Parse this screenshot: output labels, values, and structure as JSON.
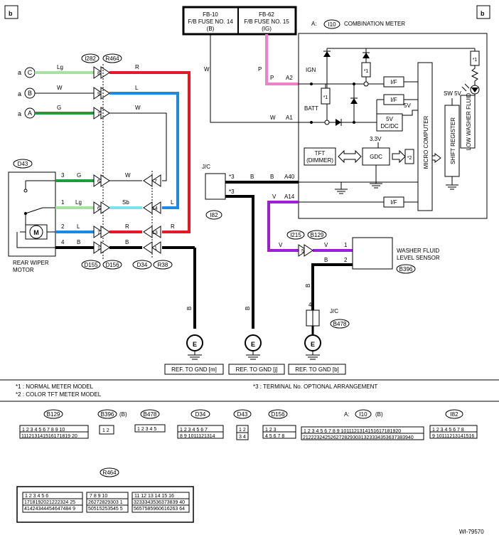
{
  "page_marks": {
    "left": "b",
    "right": "b",
    "drawing_no": "WI-79570"
  },
  "fuse_boxes": [
    {
      "id": "FB-10",
      "l1": "F/B FUSE NO. 14",
      "l2": "(B)"
    },
    {
      "id": "FB-62",
      "l1": "F/B FUSE NO. 15",
      "l2": "(IG)"
    }
  ],
  "meter": {
    "prefix": "A:",
    "connector": "I10",
    "label": "COMBINATION METER",
    "terms": {
      "ign": "IGN",
      "batt": "BATT",
      "a2": "A2",
      "a1": "A1",
      "a40": "A40",
      "a14": "A14"
    },
    "blocks": {
      "if": "I/F",
      "dcdc1": "5V",
      "dcdc2": "DC/DC",
      "v5": "5V",
      "v33": "3.3V",
      "gdc": "GDC",
      "tft1": "TFT",
      "tft2": "(DIMMER)",
      "micro": "MICRO COMPUTER",
      "sw5v": "SW 5V",
      "shift": "SHIFT REGISTER",
      "fluid": "LOW WASHER FLUID",
      "star1": "*1",
      "star2": "*2"
    }
  },
  "wires": {
    "W": "W",
    "P": "P",
    "B": "B",
    "R": "R",
    "L": "L",
    "G": "G",
    "Lg": "Lg",
    "Sb": "Sb",
    "V": "V",
    "star3": "*3"
  },
  "left_connectors": {
    "c1": "I282",
    "c2": "R464",
    "c3": "D43",
    "c4": "D155",
    "c5": "D156",
    "c6": "D34",
    "c7": "R38"
  },
  "terminals": {
    "t8": "8",
    "t9": "9",
    "t7": "7",
    "t6": "6",
    "t3": "3",
    "t1": "1",
    "t2": "2",
    "t4": "4",
    "t14": "14",
    "t13": "13",
    "t5": "5"
  },
  "abc": {
    "a": "a",
    "C": "C",
    "B": "B",
    "A": "A"
  },
  "motor": {
    "symbol": "M",
    "label1": "REAR WIPER",
    "label2": "MOTOR"
  },
  "jc_i82": {
    "label": "J/C",
    "conn": "I82"
  },
  "washer": {
    "c1": "I215",
    "c2": "B129",
    "label1": "WASHER FLUID",
    "label2": "LEVEL SENSOR",
    "conn": "B396"
  },
  "jc_b478": {
    "label": "J/C",
    "conn": "B478"
  },
  "grounds": {
    "e": "E",
    "ref1": "REF. TO GND [m]",
    "ref2": "REF. TO GND [j]",
    "ref3": "REF. TO GND [b]"
  },
  "notes": {
    "n1": "*1  : NORMAL METER MODEL",
    "n2": "*2  : COLOR TFT METER MODEL",
    "n3": "*3  : TERMINAL No. OPTIONAL ARRANGEMENT"
  },
  "views": {
    "b129": "B129",
    "b396": "B396",
    "b396s": "(B)",
    "b478": "B478",
    "d34": "D34",
    "d43": "D43",
    "d156": "D156",
    "i10p": "A:",
    "i10": "I10",
    "i10s": "(B)",
    "i82": "I82",
    "r464": "R464"
  }
}
